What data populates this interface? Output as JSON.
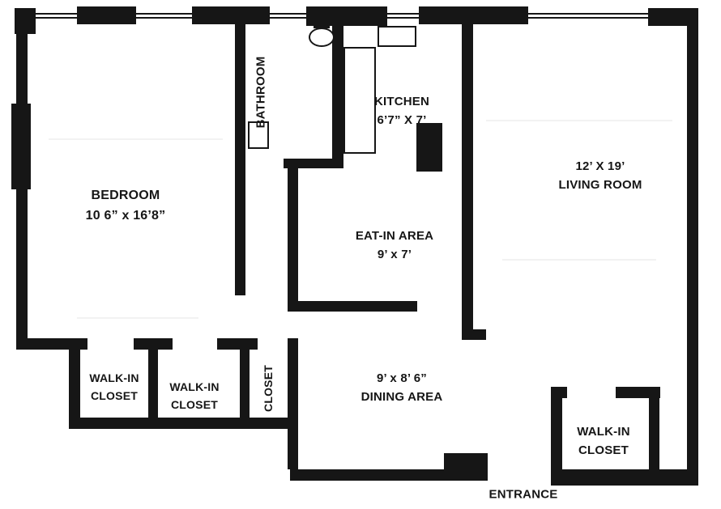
{
  "floor_plan": {
    "rooms": {
      "bedroom": {
        "name": "BEDROOM",
        "dims": "10 6” x 16’8”"
      },
      "bathroom": {
        "name": "BATHROOM"
      },
      "kitchen": {
        "name": "KITCHEN",
        "dims": "6’7” X 7’"
      },
      "living_room": {
        "dims": "12’ X 19’",
        "name": "LIVING ROOM"
      },
      "eat_in_area": {
        "name": "EAT-IN AREA",
        "dims": "9’ x 7’"
      },
      "dining_area": {
        "dims": "9’ x 8’ 6”",
        "name": "DINING AREA"
      },
      "walk_in_closet_left": {
        "line1": "WALK-IN",
        "line2": "CLOSET"
      },
      "walk_in_closet_mid": {
        "line1": "WALK-IN",
        "line2": "CLOSET"
      },
      "closet": {
        "name": "CLOSET"
      },
      "walk_in_closet_right": {
        "line1": "WALK-IN",
        "line2": "CLOSET"
      },
      "entrance": {
        "name": "ENTRANCE"
      }
    },
    "colors": {
      "wall": "#161616",
      "background": "#ffffff",
      "text": "#161616"
    }
  }
}
